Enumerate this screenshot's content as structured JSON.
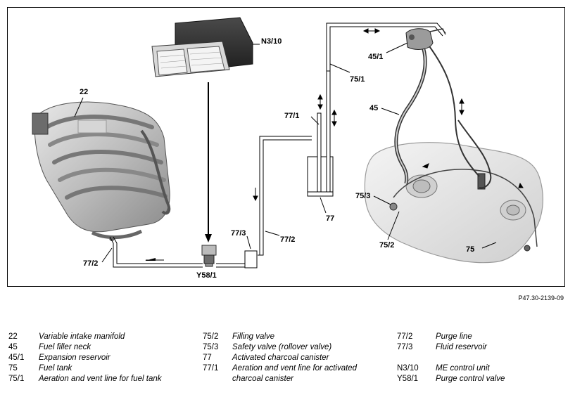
{
  "figure_ref": "P47.30-2139-09",
  "labels": {
    "n3_10": "N3/10",
    "c45_1": "45/1",
    "c75_1": "75/1",
    "c45": "45",
    "c22": "22",
    "c77_1": "77/1",
    "c77": "77",
    "c75_3": "75/3",
    "c75_2": "75/2",
    "c75": "75",
    "c77_3": "77/3",
    "c77_2a": "77/2",
    "c77_2b": "77/2",
    "y58_1": "Y58/1"
  },
  "legend": {
    "col1": [
      {
        "code": "22",
        "text": "Variable intake manifold"
      },
      {
        "code": "45",
        "text": "Fuel filler neck"
      },
      {
        "code": "45/1",
        "text": "Expansion reservoir"
      },
      {
        "code": "75",
        "text": "Fuel tank"
      },
      {
        "code": "75/1",
        "text": "Aeration and vent line for fuel tank"
      }
    ],
    "col2": [
      {
        "code": "75/2",
        "text": "Filling valve"
      },
      {
        "code": "75/3",
        "text": "Safety valve (rollover valve)"
      },
      {
        "code": "77",
        "text": "Activated charcoal canister"
      },
      {
        "code": "77/1",
        "text": "Aeration and vent line for activated"
      },
      {
        "code": "",
        "text": "charcoal canister"
      }
    ],
    "col3": [
      {
        "code": "77/2",
        "text": "Purge line"
      },
      {
        "code": "77/3",
        "text": "Fluid reservoir"
      },
      {
        "code": "",
        "text": ""
      },
      {
        "code": "N3/10",
        "text": "ME control unit"
      },
      {
        "code": "Y58/1",
        "text": "Purge control valve"
      }
    ]
  }
}
